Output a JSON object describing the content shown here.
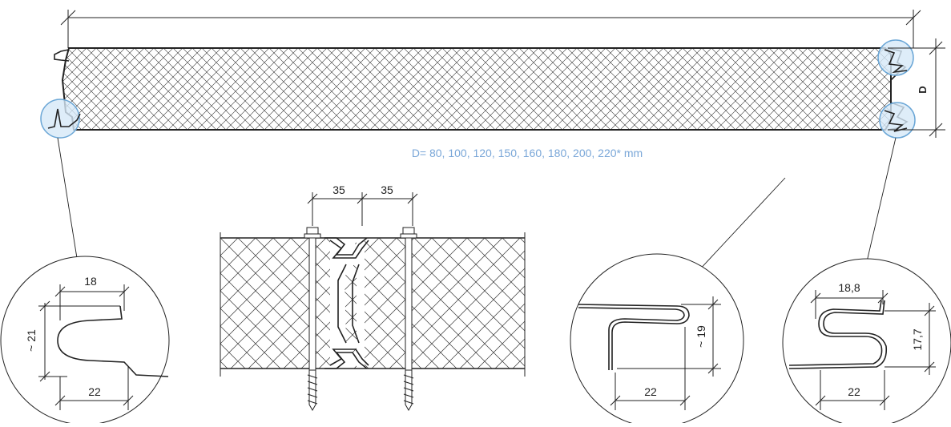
{
  "panel": {
    "thickness_label": "D",
    "thickness_note": "D= 80, 100, 120, 150, 160, 180, 200, 220* mm"
  },
  "joint_detail": {
    "screw_spacing_left": "35",
    "screw_spacing_right": "35"
  },
  "detail_bottom_left": {
    "width_top": "18",
    "height": "~ 21",
    "width_bottom": "22"
  },
  "detail_bottom_middle": {
    "height": "~ 19",
    "width_bottom": "22"
  },
  "detail_bottom_right": {
    "width_top": "18,8",
    "height": "17,7",
    "width_bottom": "22"
  },
  "colors": {
    "line": "#222222",
    "highlight_fill": "#d6e9f7",
    "highlight_stroke": "#6aa6d6",
    "note_text": "#7aa7d8"
  }
}
